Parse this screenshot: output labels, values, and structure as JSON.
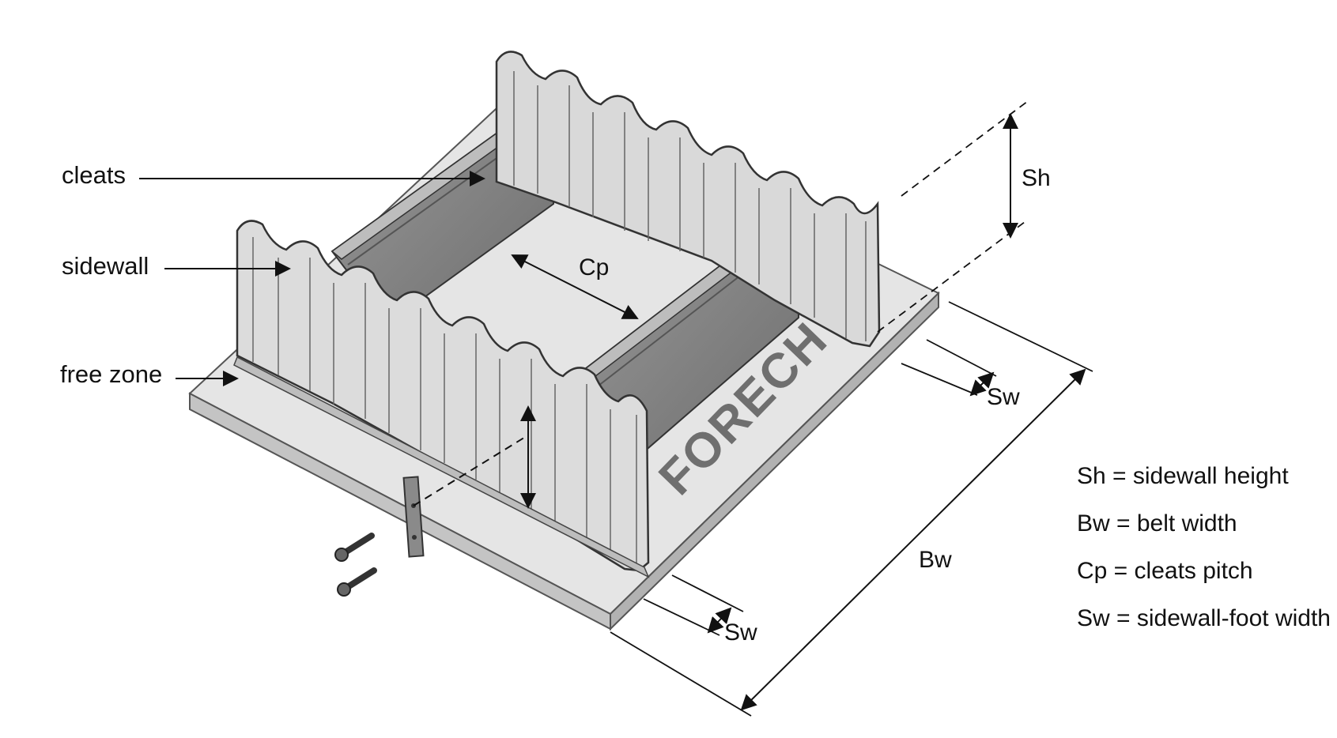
{
  "callouts": {
    "cleats": "cleats",
    "sidewall": "sidewall",
    "free_zone": "free zone"
  },
  "dimensions": {
    "sh": "Sh",
    "cp": "Cp",
    "sw_back": "Sw",
    "sw_front": "Sw",
    "bw": "Bw"
  },
  "brand": "FORECH",
  "legend": [
    "Sh = sidewall height",
    "Bw = belt width",
    "Cp = cleats pitch",
    "Sw = sidewall-foot width"
  ],
  "colors": {
    "belt": "#e4e4e4",
    "belt_edge": "#b9b9b9",
    "sidewall": "#d8d8d8",
    "cleat_face": "#8a8a8a",
    "cleat_top": "#b0b0b0",
    "outline": "#3a3a3a",
    "text": "#111111",
    "brand": "#6f6f6f"
  }
}
